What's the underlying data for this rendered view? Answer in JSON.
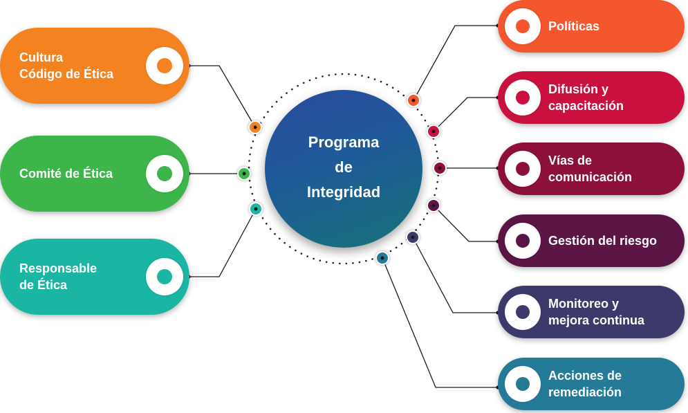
{
  "hub": {
    "lines": [
      "Programa",
      "de",
      "Integridad"
    ],
    "color": "#1f5a98"
  },
  "left_items": [
    {
      "lines": [
        "Cultura",
        "Código de Ética"
      ],
      "color": "#f58220"
    },
    {
      "lines": [
        "Comité de Ética"
      ],
      "color": "#3db54a"
    },
    {
      "lines": [
        "Responsable",
        "de Ética"
      ],
      "color": "#1bb5a3"
    }
  ],
  "right_items": [
    {
      "lines": [
        "Políticas"
      ],
      "color": "#f4562d"
    },
    {
      "lines": [
        "Difusión y",
        "capacitación"
      ],
      "color": "#c9103f"
    },
    {
      "lines": [
        "Vías de",
        "comunicación"
      ],
      "color": "#8c1038"
    },
    {
      "lines": [
        "Gestión del riesgo"
      ],
      "color": "#5a1545"
    },
    {
      "lines": [
        "Monitoreo y",
        "mejora continua"
      ],
      "color": "#3b3a6b"
    },
    {
      "lines": [
        "Acciones de",
        "remediación"
      ],
      "color": "#257a98"
    }
  ]
}
